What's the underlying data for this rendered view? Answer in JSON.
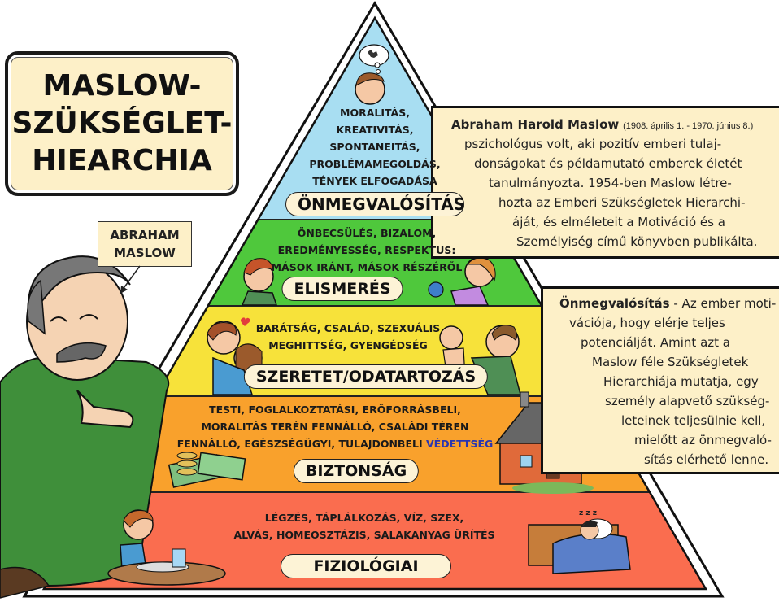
{
  "title": {
    "lines": [
      "MASLOW-",
      "SZÜKSÉGLET-",
      "HIEARCHIA"
    ]
  },
  "name_tag": {
    "lines": [
      "ABRAHAM",
      "MASLOW"
    ]
  },
  "bio_box": {
    "name": "Abraham Harold Maslow",
    "dates": "(1908. április 1. - 1970. június 8.)",
    "lines": [
      "pszichológus volt, aki pozitív emberi tulaj-",
      "donságokat és példamutató emberek életét",
      "tanulmányozta. 1954-ben Maslow létre-",
      "hozta az Emberi Szükségletek Hierarchi-",
      "áját, és elméleteit a Motiváció és a",
      "Személyiség című könyvben publikálta."
    ]
  },
  "definition_box": {
    "term": "Önmegvalósítás",
    "first_line_rest": " - Az ember moti-",
    "lines": [
      "vációja, hogy elérje teljes",
      "potenciálját. Amint azt a",
      "Maslow féle Szükségletek",
      "Hierarchiája mutatja, egy",
      "személy alapvető szükség-",
      "leteinek teljesülnie kell,",
      "mielőtt az önmegvaló-",
      "sítás elérhető lenne."
    ]
  },
  "pyramid": {
    "levels": [
      {
        "name": "ÖNMEGVALÓSÍTÁS",
        "color": "#a8def2",
        "items": [
          "MORALITÁS,",
          "KREATIVITÁS,",
          "SPONTANEITÁS,",
          "PROBLÉMAMEGOLDÁS,",
          "TÉNYEK ELFOGADÁSA"
        ]
      },
      {
        "name": "ELISMERÉS",
        "color": "#4fc83c",
        "items": [
          "ÖNBECSÜLÉS, BIZALOM,",
          "EREDMÉNYESSÉG, RESPEKTUS:",
          "MÁSOK IRÁNT, MÁSOK RÉSZÉRŐL"
        ]
      },
      {
        "name": "SZERETET/ODATARTOZÁS",
        "color": "#f7e23a",
        "items": [
          "BARÁTSÁG, CSALÁD, SZEXUÁLIS",
          "MEGHITTSÉG, GYENGÉDSÉG"
        ]
      },
      {
        "name": "BIZTONSÁG",
        "color": "#f9a12c",
        "items": [
          "TESTI, FOGLALKOZTATÁSI, ERŐFORRÁSBELI,",
          "MORALITÁS TERÉN FENNÁLLÓ, CSALÁDI TÉREN",
          "FENNÁLLÓ, EGÉSZSÉGÜGYI, TULAJDONBELI "
        ],
        "highlight": "VÉDETTSÉG",
        "highlight_color": "#2a36b0"
      },
      {
        "name": "FIZIOLÓGIAI",
        "color": "#fa6d4f",
        "items": [
          "LÉGZÉS, TÁPLÁLKOZÁS, VÍZ, SZEX,",
          "ALVÁS, HOMEOSZTÁZIS, SALAKANYAG ÜRÍTÉS"
        ]
      }
    ]
  },
  "illustrations": {
    "sleep_text": "z z z"
  }
}
